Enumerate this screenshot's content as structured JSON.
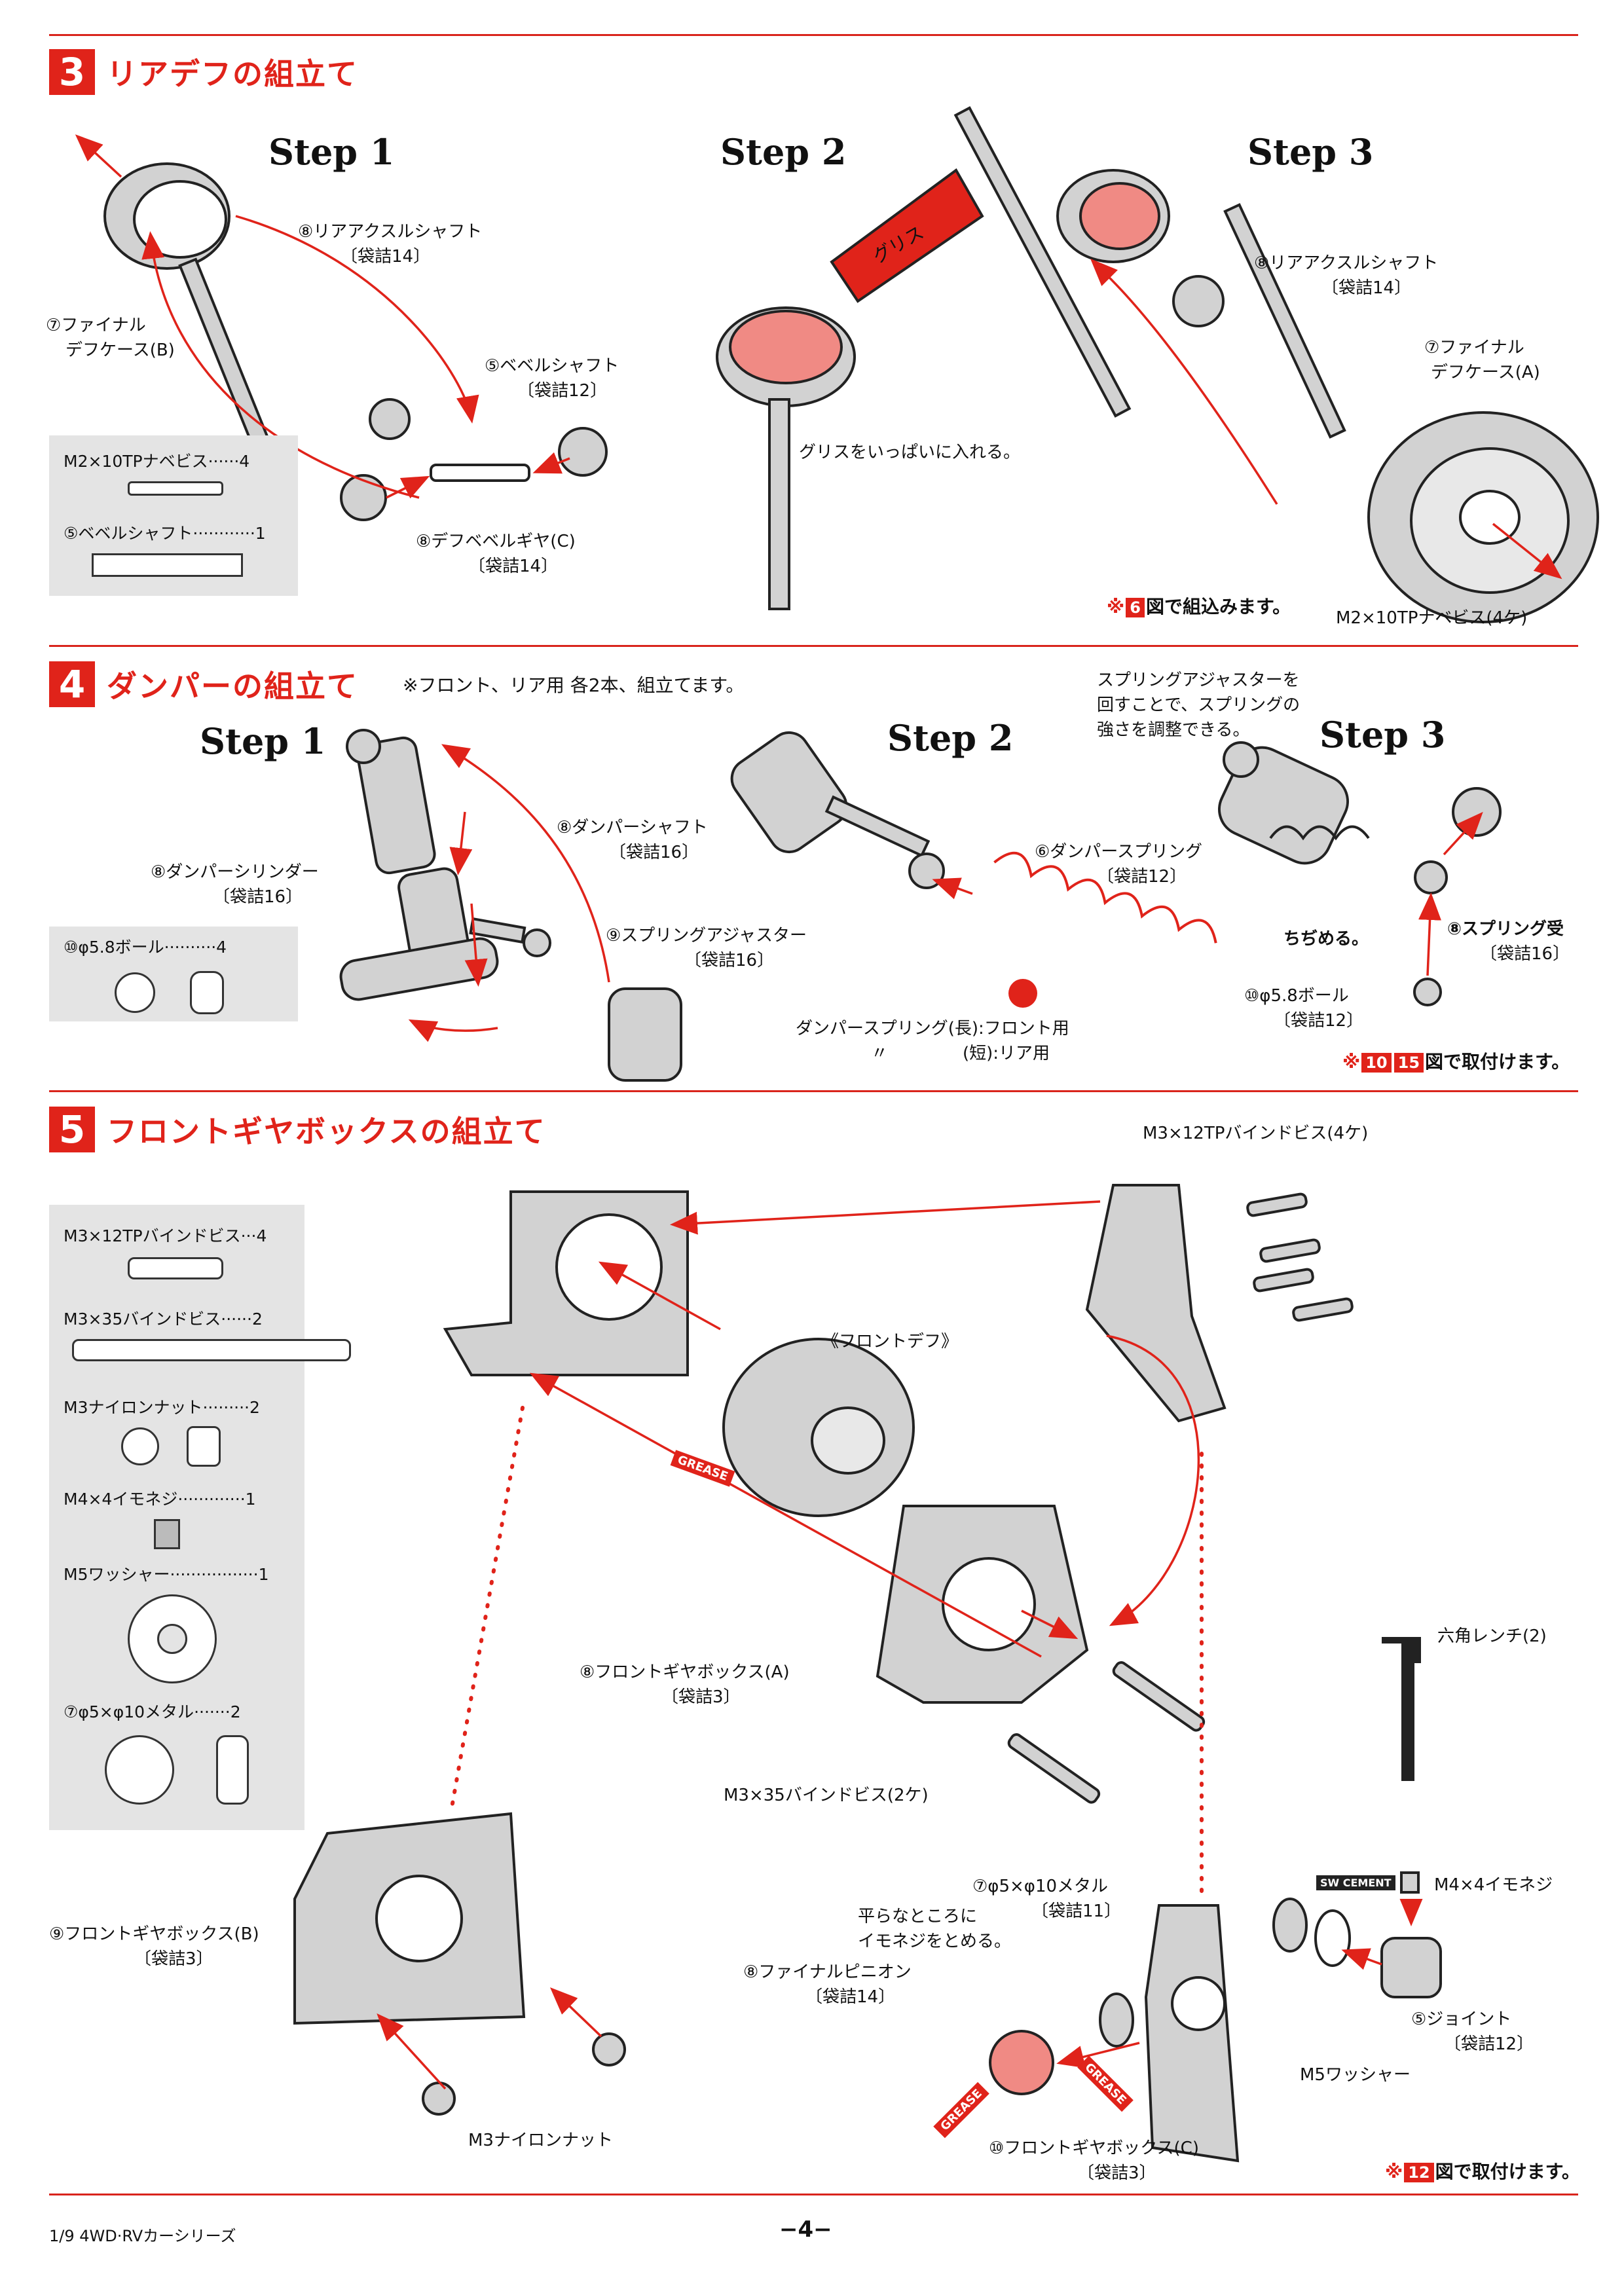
{
  "sections": [
    {
      "number": "3",
      "title": "リアデフの組立て",
      "steps": [
        "Step 1",
        "Step 2",
        "Step 3"
      ],
      "labels": {
        "p80a": "⑧リアアクスルシャフト",
        "p80a_bag": "〔袋詰14〕",
        "p77": "⑦ファイナル",
        "p77b": "デフケース(B)",
        "p55": "⑤ベベルシャフト",
        "p55_bag": "〔袋詰12〕",
        "p81": "⑧デフベベルギヤ(C)",
        "p81_bag": "〔袋詰14〕",
        "grease_tube": "グリス",
        "grease_note": "グリスをいっぱいに入れる。",
        "p80b": "⑧リアアクスルシャフト",
        "p80b_bag": "〔袋詰14〕",
        "p76": "⑦ファイナル",
        "p76b": "デフケース(A)",
        "screw": "M2×10TPナベビス(4ケ)"
      },
      "parts_box": [
        {
          "name": "M2×10TPナベビス",
          "qty": "4"
        },
        {
          "name": "⑤ベベルシャフト",
          "qty": "1"
        }
      ],
      "note": {
        "prefix": "※",
        "ref": "6",
        "text": "図で組込みます。"
      }
    },
    {
      "number": "4",
      "title": "ダンパーの組立て",
      "subnote": "※フロント、リア用 各2本、組立てます。",
      "steps": [
        "Step 1",
        "Step 2",
        "Step 3"
      ],
      "labels": {
        "p87": "⑧ダンパーシリンダー",
        "p87_bag": "〔袋詰16〕",
        "p88": "⑧ダンパーシャフト",
        "p88_bag": "〔袋詰16〕",
        "p90": "⑨スプリングアジャスター",
        "p90_bag": "〔袋詰16〕",
        "p66": "⑥ダンパースプリング",
        "p66_bag": "〔袋詰12〕",
        "spring_long": "ダンパースプリング(長):フロント用",
        "spring_short_mark": "〃",
        "spring_short": "(短):リア用",
        "adjust_note1": "スプリングアジャスターを",
        "adjust_note2": "回すことで、スプリングの",
        "adjust_note3": "強さを調整できる。",
        "compress": "ちぢめる。",
        "p89": "⑧スプリング受",
        "p89_bag": "〔袋詰16〕",
        "p100": "⑩φ5.8ボール",
        "p100_bag": "〔袋詰12〕"
      },
      "parts_box": [
        {
          "name": "⑩φ5.8ボール",
          "qty": "4"
        }
      ],
      "note": {
        "prefix": "※",
        "ref1": "10",
        "ref2": "15",
        "text": "図で取付けます。"
      }
    },
    {
      "number": "5",
      "title": "フロントギヤボックスの組立て",
      "labels": {
        "screw_top": "M3×12TPバインドビス(4ケ)",
        "front_diff": "《フロントデフ》",
        "grease": "GREASE",
        "p8": "⑧フロントギヤボックス(A)",
        "p8_bag": "〔袋詰3〕",
        "screw_35": "M3×35バインドビス(2ケ)",
        "hex": "六角レンチ(2)",
        "sw_cement": "SW CEMENT",
        "grub": "M4×4イモネジ",
        "p72": "⑦φ5×φ10メタル",
        "p72_bag": "〔袋詰11〕",
        "flat_note1": "平らなところに",
        "flat_note2": "イモネジをとめる。",
        "p82": "⑧ファイナルピニオン",
        "p82_bag": "〔袋詰14〕",
        "p52": "⑤ジョイント",
        "p52_bag": "〔袋詰12〕",
        "m5": "M5ワッシャー",
        "p9": "⑨フロントギヤボックス(B)",
        "p9_bag": "〔袋詰3〕",
        "nut": "M3ナイロンナット",
        "p10": "⑩フロントギヤボックス(C)",
        "p10_bag": "〔袋詰3〕"
      },
      "parts_box": [
        {
          "name": "M3×12TPバインドビス",
          "qty": "4"
        },
        {
          "name": "M3×35バインドビス",
          "qty": "2"
        },
        {
          "name": "M3ナイロンナット",
          "qty": "2"
        },
        {
          "name": "M4×4イモネジ",
          "qty": "1"
        },
        {
          "name": "M5ワッシャー",
          "qty": "1"
        },
        {
          "name": "⑦φ5×φ10メタル",
          "qty": "2"
        }
      ],
      "note": {
        "prefix": "※",
        "ref": "12",
        "text": "図で取付けます。"
      }
    }
  ],
  "footer": {
    "series": "1/9 4WD·RVカーシリーズ",
    "page": "−4−"
  },
  "colors": {
    "accent": "#e0231a",
    "part_fill": "#d2d2d2",
    "parts_box": "#e4e4e4"
  }
}
